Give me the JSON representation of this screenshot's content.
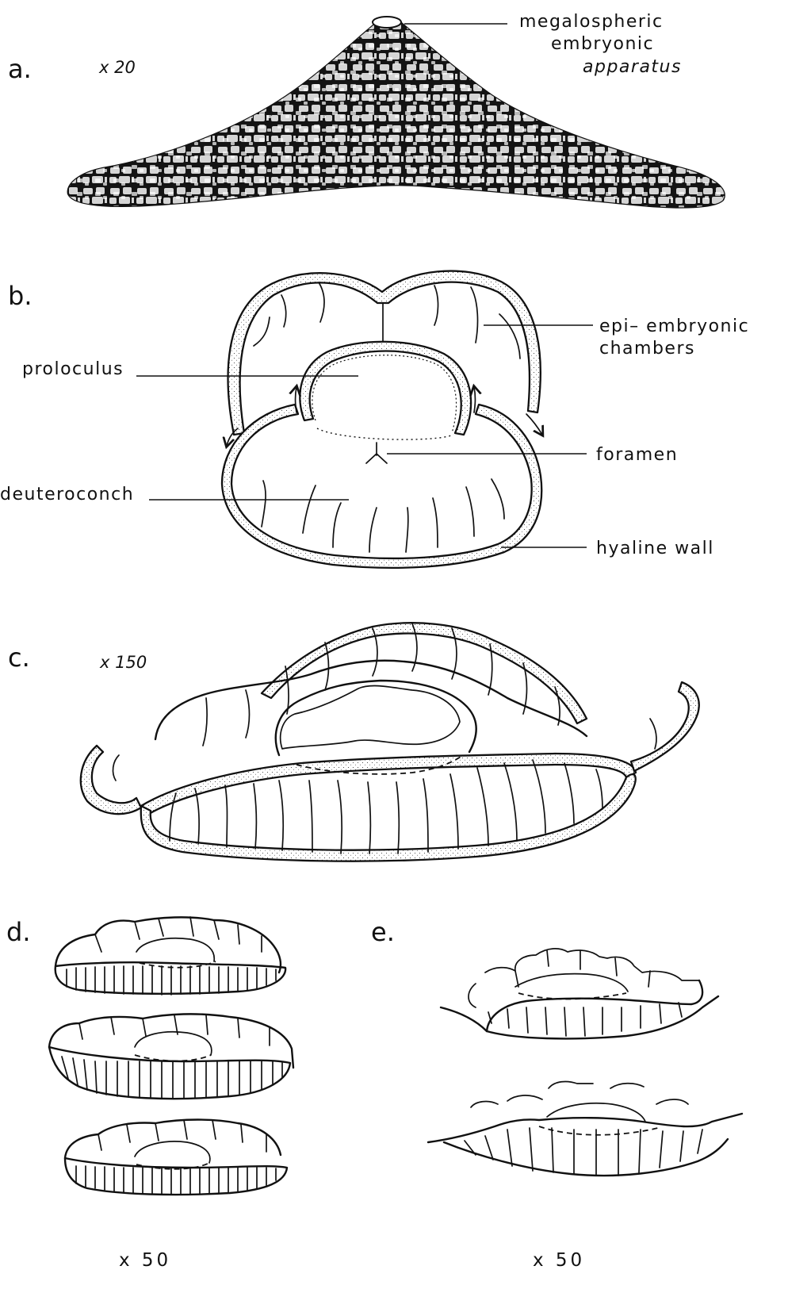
{
  "panels": {
    "a": {
      "letter": "a.",
      "magnification": "x 20",
      "labels": {
        "megalospheric_1": "megalospheric",
        "megalospheric_2": "embryonic",
        "megalospheric_3": "apparatus"
      }
    },
    "b": {
      "letter": "b.",
      "labels": {
        "epi_1": "epi– embryonic",
        "epi_2": "chambers",
        "protoconch": "proloculus",
        "foramen": "foramen",
        "deuteroconch": "deuteroconch",
        "wall": "hyaline  wall"
      }
    },
    "c": {
      "letter": "c.",
      "magnification": "x 150"
    },
    "d": {
      "letter": "d.",
      "magnification": "x  50"
    },
    "e": {
      "letter": "e.",
      "magnification": "x  50"
    }
  }
}
